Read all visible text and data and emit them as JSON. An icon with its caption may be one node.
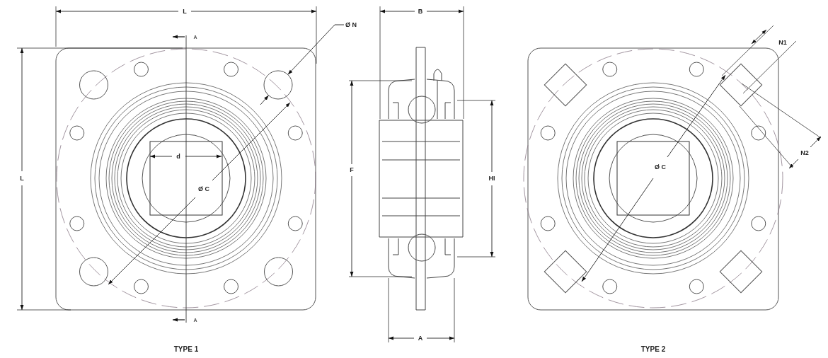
{
  "diagram": {
    "nodes": [
      {
        "text": [
          "Ø N"
        ]
      },
      {
        "text": [],
        "shape": "circle"
      }
    ],
    "edges": [
      {
        "from": 0,
        "to": 1,
        "arrow": "to"
      }
    ],
    "labels": [
      "L",
      "A",
      "B",
      "N1",
      "L",
      "d",
      "Ø C",
      "F",
      "HI",
      "Ø C",
      "N2",
      "A",
      "A",
      "TYPE 1",
      "TYPE 2"
    ]
  }
}
